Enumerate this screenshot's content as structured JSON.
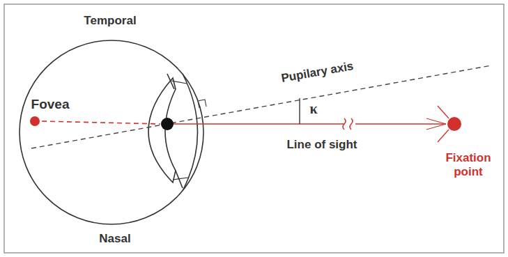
{
  "diagram": {
    "labels": [
      "Temporal",
      "Fovea",
      "Pupilary axis",
      "κ",
      "Line of sight",
      "Fixation point",
      "Nasal"
    ]
  }
}
